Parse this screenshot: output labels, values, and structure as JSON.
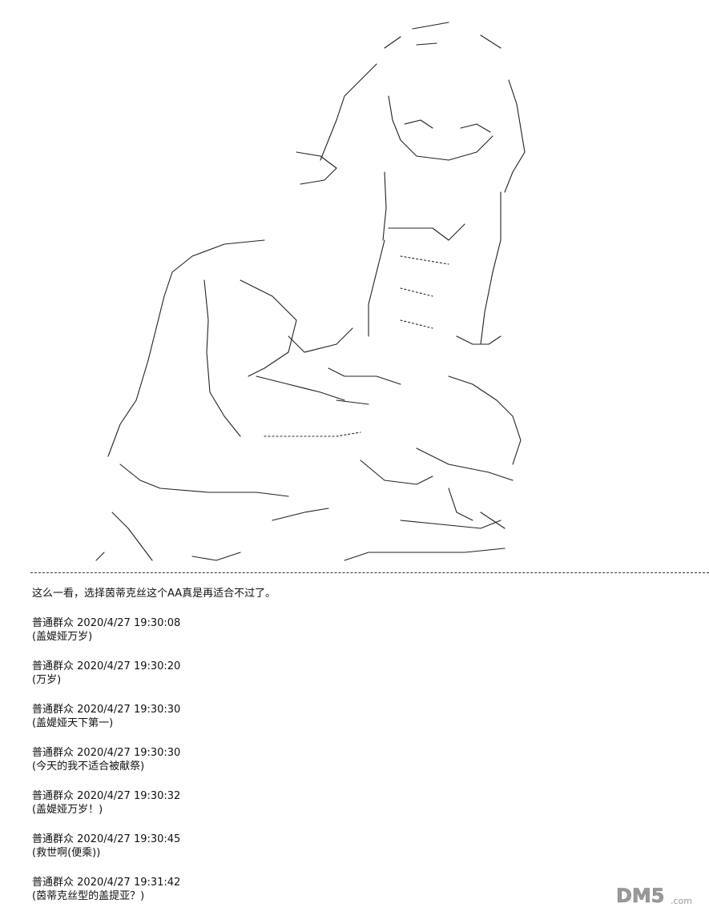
{
  "intro_text": "这么一看，选择茵蒂克丝这个AA真是再适合不过了。",
  "separator_text": "-------------------------------------------------------------------------------------------------------------------------------------------------------------",
  "comments": [
    {
      "author": "普通群众",
      "timestamp": "2020/4/27 19:30:08",
      "body": "(盖媞娅万岁)"
    },
    {
      "author": "普通群众",
      "timestamp": "2020/4/27 19:30:20",
      "body": "(万岁)"
    },
    {
      "author": "普通群众",
      "timestamp": "2020/4/27 19:30:30",
      "body": "(盖媞娅天下第一)"
    },
    {
      "author": "普通群众",
      "timestamp": "2020/4/27 19:30:30",
      "body": "(今天的我不适合被献祭)"
    },
    {
      "author": "普通群众",
      "timestamp": "2020/4/27 19:30:32",
      "body": "(盖媞娅万岁！)"
    },
    {
      "author": "普通群众",
      "timestamp": "2020/4/27 19:30:45",
      "body": "(救世啊(便乘))"
    },
    {
      "author": "普通群众",
      "timestamp": "2020/4/27 19:31:42",
      "body": "(茵蒂克丝型的盖提亚？)"
    }
  ],
  "watermark": {
    "text": "DM5",
    "suffix": ".com",
    "color": "#9a9a9a"
  }
}
